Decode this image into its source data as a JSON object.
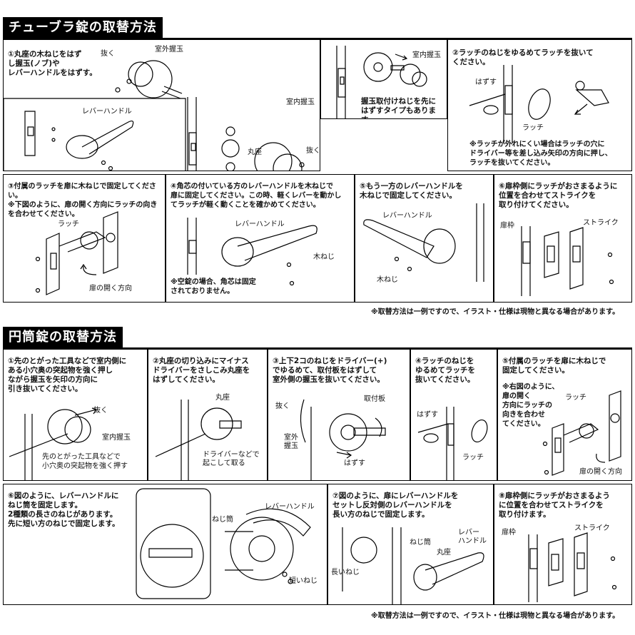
{
  "tubular": {
    "title": "チューブラ錠の取替方法",
    "p1": {
      "text": "①丸座の木ねじをはず\nし握玉(ノブ)や\nレバーハンドルをはずす。",
      "labels": [
        "抜く",
        "室外握玉",
        "レバーハンドル",
        "室内握玉",
        "丸座",
        "抜く"
      ]
    },
    "p1b": {
      "labels": [
        "室内握玉"
      ],
      "text": "握玉取付けねじを先に\nはずすタイプもあります。"
    },
    "p2": {
      "text": "②ラッチのねじをゆるめてラッチを抜いて\nください。",
      "labels": [
        "はずす",
        "ラッチ"
      ],
      "note": "※ラッチが外れにくい場合はラッチの穴に\nドライバー等を差し込み矢印の方向に押し、\nラッチを抜いてください。"
    },
    "p3": {
      "text": "③付属のラッチを扉に木ねじで固定してください。\n※下図のように、扉の開く方向にラッチの向き\nを合わせてください。",
      "labels": [
        "ラッチ",
        "扉の開く方向"
      ]
    },
    "p4": {
      "text": "④角芯の付いている方のレバーハンドルを木ねじで\n扉に固定してください。この時、軽くレバーを動かし\nてラッチが軽く動くことを確かめてください。",
      "labels": [
        "レバーハンドル",
        "木ねじ"
      ],
      "note": "※空錠の場合、角芯は固定\nされておりません。"
    },
    "p5": {
      "text": "⑤もう一方のレバーハンドルを\n木ねじで固定してください。",
      "labels": [
        "レバーハンドル",
        "木ねじ"
      ]
    },
    "p6": {
      "text": "⑥扉枠側にラッチがおさまるように\n位置を合わせてストライクを\n取り付けてください。",
      "labels": [
        "扉枠",
        "ストライク"
      ]
    },
    "footnote": "※取替方法は一例ですので、イラスト・仕様は現物と異なる場合があります。"
  },
  "cylindrical": {
    "title": "円筒錠の取替方法",
    "p1": {
      "text": "①先のとがった工具などで室内側に\nある小穴奥の突起物を強く押し\nながら握玉を矢印の方向に\n引き抜いてください。",
      "labels": [
        "抜く",
        "室内握玉"
      ],
      "note": "先のとがった工具などで\n小穴奥の突起物を強く押す"
    },
    "p2": {
      "text": "②丸座の切り込みにマイナス\nドライバーをさしこみ丸座を\nはずしてください。",
      "labels": [
        "丸座",
        "ドライバーなどで\n起こして取る"
      ]
    },
    "p3": {
      "text": "③上下2コのねじをドライバー(+)\nでゆるめて、取付板をはずして\n室外側の握玉を抜いてください。",
      "labels": [
        "抜く",
        "取付板",
        "室外\n握玉",
        "はずす"
      ]
    },
    "p4": {
      "text": "④ラッチのねじを\nゆるめてラッチを\n抜いてください。",
      "labels": [
        "はずす",
        "ラッチ"
      ]
    },
    "p5": {
      "text": "⑤付属のラッチを扉に木ねじで\n固定してください。",
      "note": "※右図のように、\n扉の開く\n方向にラッチの\n向きを合わせ\nてください。",
      "labels": [
        "ラッチ",
        "扉の開く方向"
      ]
    },
    "p6": {
      "text": "⑥図のように、レバーハンドルに\nねじ筒を固定します。\n2種類の長さのねじがあります。\n先に短い方のねじで固定します。",
      "labels": [
        "ねじ筒",
        "レバーハンドル",
        "短いねじ"
      ]
    },
    "p7": {
      "text": "⑦図のように、扉にレバーハンドルを\nセットし反対側のレバーハンドルを\n長い方のねじで固定します。",
      "labels": [
        "長いねじ",
        "ねじ筒",
        "丸座",
        "レバー\nハンドル"
      ]
    },
    "p8": {
      "text": "⑧扉枠側にラッチがおさまるよう\nに位置を合わせてストライクを\n取り付けます。",
      "labels": [
        "扉枠",
        "ストライク"
      ]
    },
    "footnote": "※取替方法は一例ですので、イラスト・仕様は現物と異なる場合があります。"
  }
}
